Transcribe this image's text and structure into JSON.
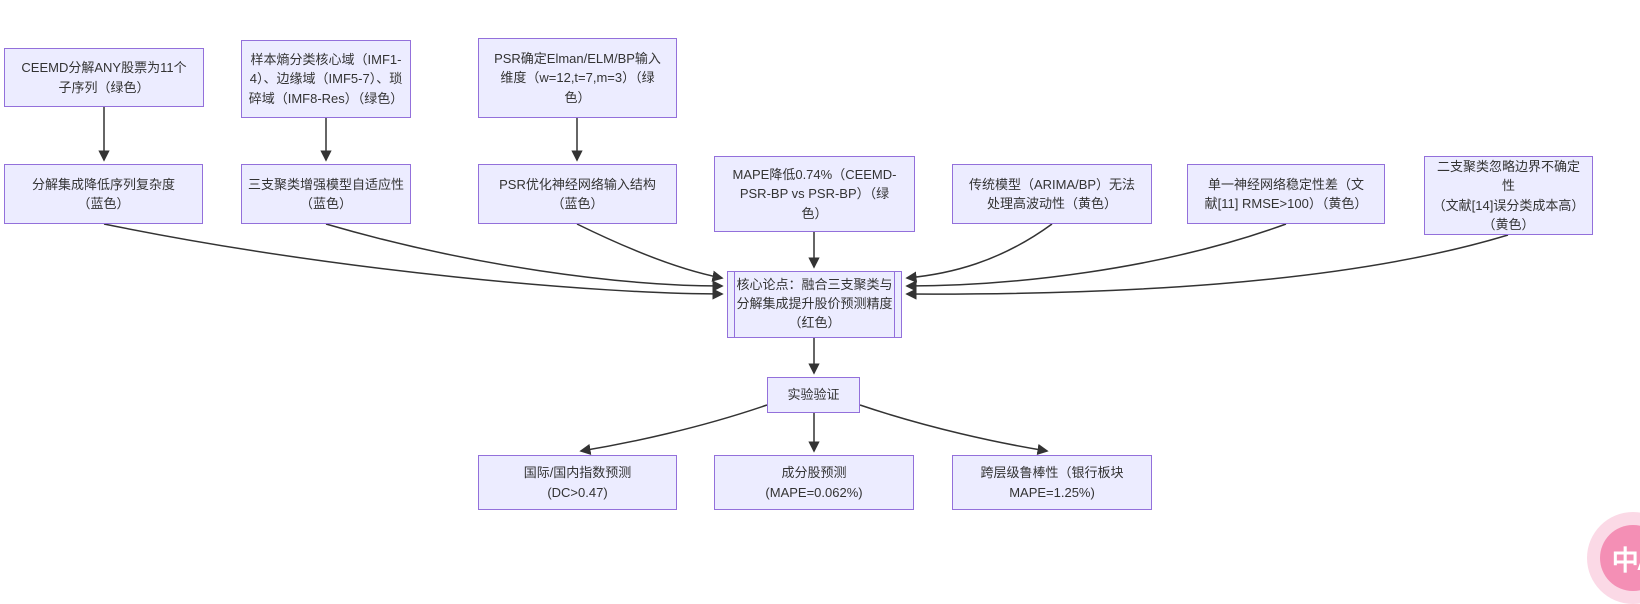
{
  "diagram": {
    "type": "flowchart",
    "colors": {
      "node_fill": "#ECECFF",
      "node_border": "#9370DB",
      "text": "#333333",
      "edge": "#333333",
      "background": "#ffffff"
    },
    "nodes": {
      "a1": {
        "label": "CEEMD分解ANY股票为11个\n子序列（绿色）"
      },
      "a2": {
        "label": "样本熵分类核心域（IMF1-\n4）、边缘域（IMF5-7）、琐\n碎域（IMF8-Res）（绿色）"
      },
      "a3": {
        "label": "PSR确定Elman/ELM/BP输入\n维度（w=12,t=7,m=3）（绿\n色）"
      },
      "b1": {
        "label": "分解集成降低序列复杂度\n（蓝色）"
      },
      "b2": {
        "label": "三支聚类增强模型自适应性\n（蓝色）"
      },
      "b3": {
        "label": "PSR优化神经网络输入结构\n（蓝色）"
      },
      "b4": {
        "label": "MAPE降低0.74%（CEEMD-\nPSR-BP vs PSR-BP）（绿\n色）"
      },
      "b5": {
        "label": "传统模型（ARIMA/BP）无法\n处理高波动性（黄色）"
      },
      "b6": {
        "label": "单一神经网络稳定性差（文\n献[11] RMSE>100）（黄色）"
      },
      "b7": {
        "label": "二支聚类忽略边界不确定性\n（文献[14]误分类成本高）\n（黄色）"
      },
      "core": {
        "label": "核心论点：融合三支聚类与\n分解集成提升股价预测精度\n（红色）"
      },
      "exp": {
        "label": "实验验证"
      },
      "e1": {
        "label": "国际/国内指数预测\n(DC>0.47)"
      },
      "e2": {
        "label": "成分股预测\n(MAPE=0.062%)"
      },
      "e3": {
        "label": "跨层级鲁棒性（银行板块\nMAPE=1.25%)"
      }
    },
    "edges": [
      {
        "from": "a1",
        "to": "b1"
      },
      {
        "from": "a2",
        "to": "b2"
      },
      {
        "from": "a3",
        "to": "b3"
      },
      {
        "from": "b1",
        "to": "core"
      },
      {
        "from": "b2",
        "to": "core"
      },
      {
        "from": "b3",
        "to": "core"
      },
      {
        "from": "b4",
        "to": "core"
      },
      {
        "from": "b5",
        "to": "core"
      },
      {
        "from": "b6",
        "to": "core"
      },
      {
        "from": "b7",
        "to": "core"
      },
      {
        "from": "core",
        "to": "exp"
      },
      {
        "from": "exp",
        "to": "e1"
      },
      {
        "from": "exp",
        "to": "e2"
      },
      {
        "from": "exp",
        "to": "e3"
      }
    ]
  },
  "badge": {
    "label": "中A",
    "outer_color": "#fbd9e6",
    "inner_color": "#f48fb5",
    "text_color": "#ffffff"
  }
}
